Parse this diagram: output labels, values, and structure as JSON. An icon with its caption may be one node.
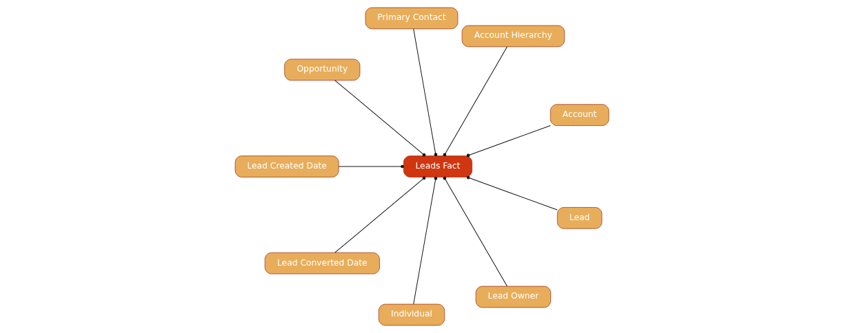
{
  "diagram": {
    "nodes": [
      {
        "text": [
          "Account"
        ]
      },
      {
        "text": [
          "Account Hierarchy"
        ]
      },
      {
        "text": [
          "Primary Contact"
        ]
      },
      {
        "text": [
          "Opportunity"
        ]
      },
      {
        "text": [
          "Leads Fact"
        ]
      },
      {
        "text": [
          "Lead Created Date"
        ]
      },
      {
        "text": [
          "Lead Converted Date"
        ]
      },
      {
        "text": [
          "Individual"
        ]
      },
      {
        "text": [
          "Lead Owner"
        ]
      },
      {
        "text": [
          "Lead"
        ]
      }
    ],
    "edges": [
      {
        "from": 4,
        "to": 0,
        "arrow": "other"
      },
      {
        "from": 4,
        "to": 1,
        "arrow": "other"
      },
      {
        "from": 4,
        "to": 2,
        "arrow": "other"
      },
      {
        "from": 4,
        "to": 3,
        "arrow": "other"
      },
      {
        "from": 4,
        "to": 5,
        "arrow": "other"
      },
      {
        "from": 4,
        "to": 6,
        "arrow": "other"
      },
      {
        "from": 4,
        "to": 7,
        "arrow": "other"
      },
      {
        "from": 4,
        "to": 8,
        "arrow": "other"
      },
      {
        "from": 4,
        "to": 9,
        "arrow": "other"
      }
    ]
  }
}
